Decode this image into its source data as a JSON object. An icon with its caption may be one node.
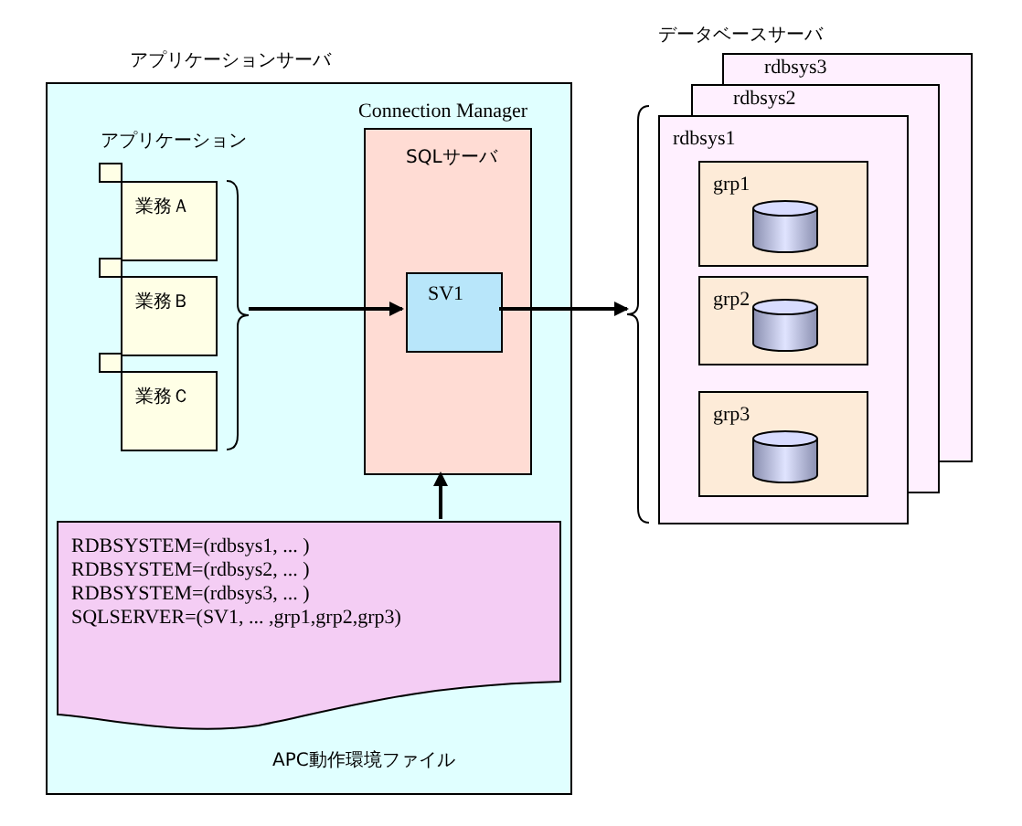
{
  "diagram": {
    "nodes": [
      {
        "text": [
          "アプリケーションサーバ"
        ]
      },
      {
        "text": [
          "業務Ａ"
        ],
        "in": 0
      },
      {
        "text": [
          "業務Ｂ"
        ],
        "in": 0
      },
      {
        "text": [
          "業務Ｃ"
        ],
        "in": 0
      },
      {
        "text": [
          "Connection Manager",
          "SQLサーバ"
        ],
        "in": 0
      },
      {
        "text": [
          "SV1"
        ],
        "in": 4
      },
      {
        "text": [
          "RDBSYSTEM=(rdbsys1, ... )",
          "RDBSYSTEM=(rdbsys2, ... )",
          "RDBSYSTEM=(rdbsys3, ... )",
          "SQLSERVER=(SV1, ... ,grp1,grp2,grp3)"
        ],
        "in": 0,
        "beside": [
          "APC動作環境ファイル"
        ]
      },
      {
        "text": [
          "rdbsys3"
        ]
      },
      {
        "text": [
          "rdbsys2"
        ]
      },
      {
        "text": [
          "rdbsys1"
        ]
      },
      {
        "text": [
          "grp1"
        ],
        "in": 9
      },
      {
        "text": [
          "grp2"
        ],
        "in": 9
      },
      {
        "text": [
          "grp3"
        ],
        "in": 9
      }
    ],
    "edges": [
      {
        "from": 1,
        "to": 5,
        "arrow": "to"
      },
      {
        "from": 2,
        "to": 5,
        "arrow": "to"
      },
      {
        "from": 3,
        "to": 5,
        "arrow": "to"
      },
      {
        "from": 5,
        "to": 9,
        "arrow": "to"
      },
      {
        "from": 6,
        "to": 4,
        "arrow": "to"
      }
    ],
    "labels": [
      "データベースサーバ",
      "アプリケーション"
    ]
  }
}
